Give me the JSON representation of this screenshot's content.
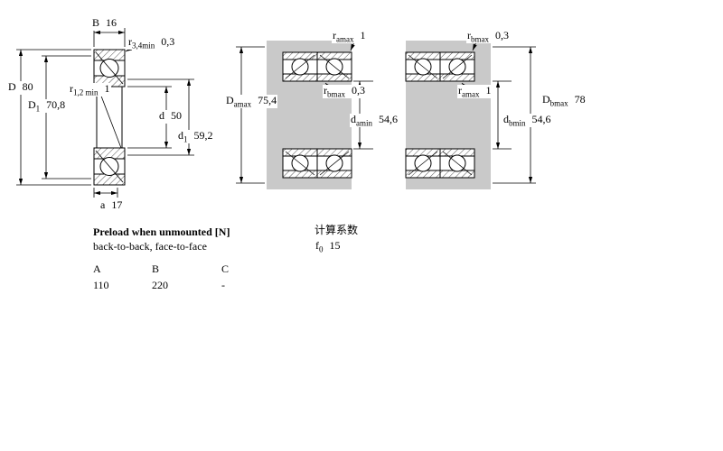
{
  "title": "Angular contact ball bearing dimension drawing",
  "colors": {
    "shade": "#c9c9c9",
    "line": "#000000"
  },
  "left_diagram": {
    "dims": {
      "B": {
        "base": "B",
        "sub": "",
        "value": "16"
      },
      "r34": {
        "base": "r",
        "sub": "3,4min",
        "value": "0,3"
      },
      "D": {
        "base": "D",
        "sub": "",
        "value": "80"
      },
      "D1": {
        "base": "D",
        "sub": "1",
        "value": "70,8"
      },
      "r12": {
        "base": "r",
        "sub": "1,2 min",
        "value": "1"
      },
      "d": {
        "base": "d",
        "sub": "",
        "value": "50"
      },
      "d1": {
        "base": "d",
        "sub": "1",
        "value": "59,2"
      },
      "a": {
        "base": "a",
        "sub": "",
        "value": "17"
      }
    }
  },
  "middle_diagram": {
    "dims": {
      "ramax": {
        "base": "r",
        "sub": "amax",
        "value": "1"
      },
      "Damax": {
        "base": "D",
        "sub": "amax",
        "value": "75,4"
      },
      "rbmax": {
        "base": "r",
        "sub": "bmax",
        "value": "0,3"
      },
      "damin": {
        "base": "d",
        "sub": "amin",
        "value": "54,6"
      }
    }
  },
  "right_diagram": {
    "dims": {
      "rbmax": {
        "base": "r",
        "sub": "bmax",
        "value": "0,3"
      },
      "ramax": {
        "base": "r",
        "sub": "amax",
        "value": "1"
      },
      "Dbmax": {
        "base": "D",
        "sub": "bmax",
        "value": "78"
      },
      "dbmin": {
        "base": "d",
        "sub": "bmin",
        "value": "54,6"
      }
    }
  },
  "preload_table": {
    "title": "Preload when unmounted [N]",
    "subtitle": "back-to-back, face-to-face",
    "columns": [
      "A",
      "B",
      "C"
    ],
    "values": [
      "110",
      "220",
      "-"
    ]
  },
  "calculation_factors": {
    "title": "计算系数",
    "f0": {
      "base": "f",
      "sub": "0",
      "value": "15"
    }
  }
}
